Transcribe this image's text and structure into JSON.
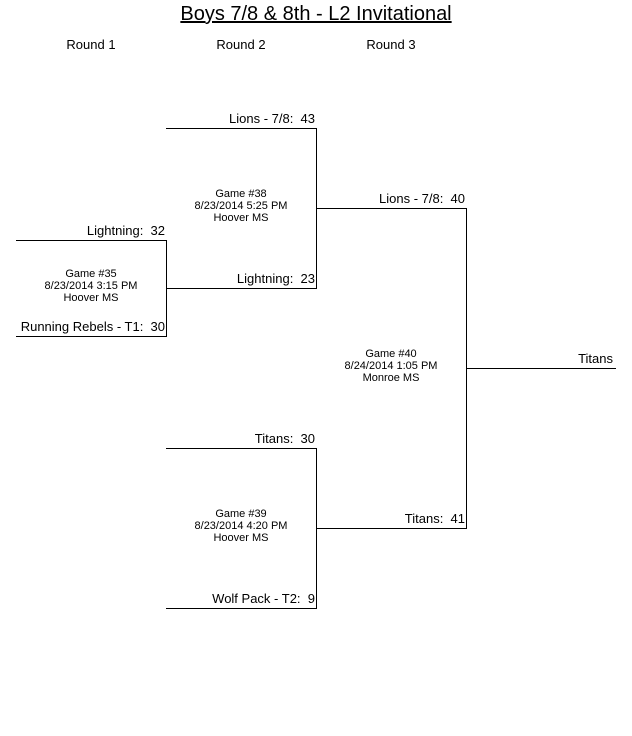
{
  "title": "Boys 7/8 & 8th - L2 Invitational",
  "rounds": [
    "Round 1",
    "Round 2",
    "Round 3"
  ],
  "teams": {
    "r1_top": "Lightning:  32",
    "r1_bottom": "Running Rebels - T1:  30",
    "r2_g38_top": "Lions - 7/8:  43",
    "r2_g38_bottom": "Lightning:  23",
    "r2_g39_top": "Titans:  30",
    "r2_g39_bottom": "Wolf Pack - T2:  9",
    "r3_top": "Lions - 7/8:  40",
    "r3_bottom": "Titans:  41",
    "champion": "Titans"
  },
  "games": {
    "g35": {
      "name": "Game #35",
      "datetime": "8/23/2014 3:15 PM",
      "location": "Hoover MS"
    },
    "g38": {
      "name": "Game #38",
      "datetime": "8/23/2014 5:25 PM",
      "location": "Hoover MS"
    },
    "g39": {
      "name": "Game #39",
      "datetime": "8/23/2014 4:20 PM",
      "location": "Hoover MS"
    },
    "g40": {
      "name": "Game #40",
      "datetime": "8/24/2014 1:05 PM",
      "location": "Monroe MS"
    }
  }
}
